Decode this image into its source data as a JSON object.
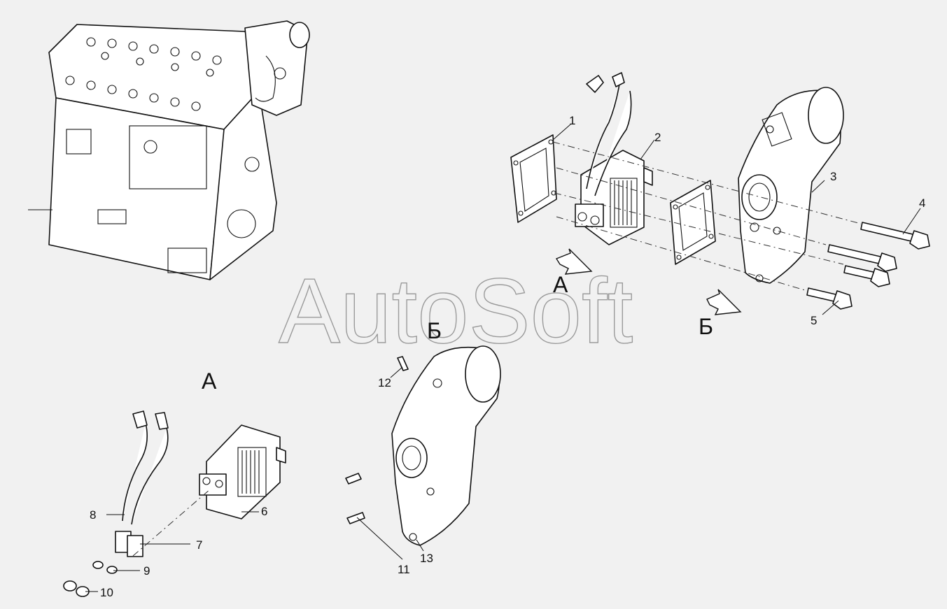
{
  "watermark": "AutoSoft",
  "views": {
    "a": "А",
    "b": "Б"
  },
  "callouts": {
    "c1": "1",
    "c2": "2",
    "c3": "3",
    "c4": "4",
    "c5": "5",
    "c6": "6",
    "c7": "7",
    "c8": "8",
    "c9": "9",
    "c10": "10",
    "c11": "11",
    "c12": "12",
    "c13": "13"
  },
  "icons": {
    "engine": "engine-block-icon",
    "heater": "intake-heater-icon",
    "manifold": "intake-elbow-icon",
    "bolt": "bolt-icon"
  }
}
